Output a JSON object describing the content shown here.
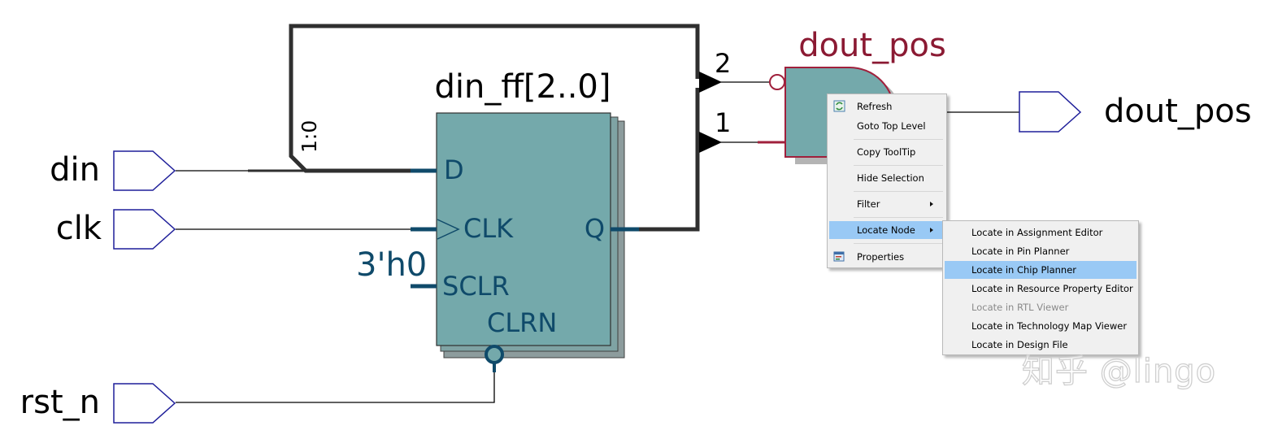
{
  "schematic": {
    "inputs": [
      {
        "label": "din"
      },
      {
        "label": "clk"
      },
      {
        "label": "rst_n"
      }
    ],
    "output": {
      "label": "dout_pos"
    },
    "register": {
      "name": "din_ff[2..0]",
      "ports": {
        "d": "D",
        "clk": "CLK",
        "sclr": "SCLR",
        "clrn": "CLRN",
        "q": "Q"
      },
      "sclr_const": "3'h0"
    },
    "bus_slice": "1:0",
    "gate": {
      "name": "dout_pos",
      "pin_top": "2",
      "pin_bottom": "1"
    },
    "colors": {
      "wire": "#000000",
      "bus": "#2f2f2f",
      "port_outline": "#1f1f9a",
      "register_fill": "#74a9ab",
      "register_shadow": "#7a8f90",
      "register_text": "#0f4a6a",
      "gate_fill": "#74a9ab",
      "gate_outline": "#a0203c",
      "gate_name": "#8b1a33",
      "menu_highlight": "#99c9f5"
    }
  },
  "context_menu": {
    "items": [
      {
        "label": "Refresh",
        "icon": "refresh-icon"
      },
      {
        "label": "Goto Top Level"
      },
      {
        "label": "Copy ToolTip"
      },
      {
        "label": "Hide Selection"
      },
      {
        "label": "Filter",
        "submenu": true
      },
      {
        "label": "Locate Node",
        "submenu": true,
        "highlighted": true
      },
      {
        "label": "Properties",
        "icon": "properties-icon"
      }
    ]
  },
  "locate_submenu": {
    "items": [
      {
        "label": "Locate in Assignment Editor"
      },
      {
        "label": "Locate in Pin Planner"
      },
      {
        "label": "Locate in Chip Planner",
        "highlighted": true
      },
      {
        "label": "Locate in Resource Property Editor"
      },
      {
        "label": "Locate in RTL Viewer",
        "disabled": true
      },
      {
        "label": "Locate in Technology Map Viewer"
      },
      {
        "label": "Locate in Design File"
      }
    ]
  },
  "watermark": "知乎 @lingo"
}
